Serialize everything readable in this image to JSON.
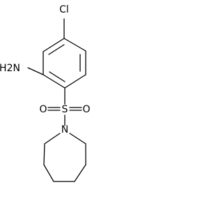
{
  "molecule": {
    "labels": {
      "chlorine": "Cl",
      "amine": "H2N",
      "sulfur": "S",
      "oxygen_left": "O",
      "oxygen_right": "O",
      "nitrogen": "N"
    }
  }
}
